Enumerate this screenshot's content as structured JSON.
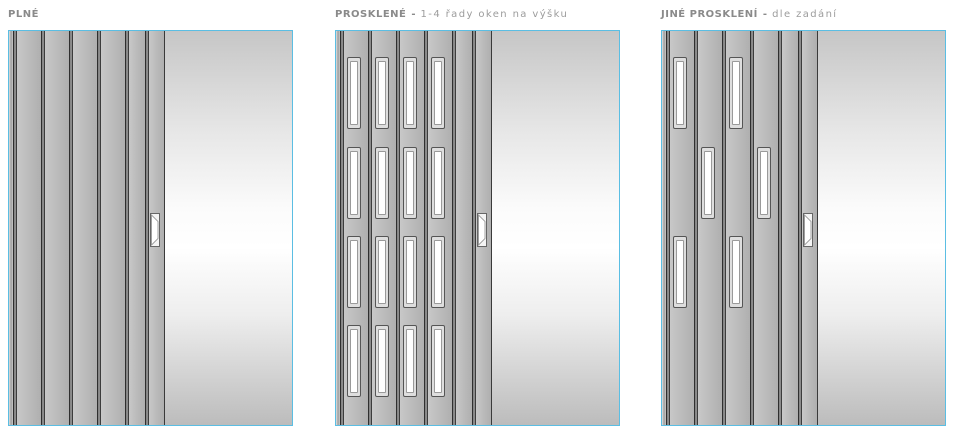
{
  "variants": [
    {
      "title": "PLNÉ"
    },
    {
      "title": "PROSKLENÉ",
      "separator": "-",
      "subtitle": "1-4 řady oken na výšku"
    },
    {
      "title": "JINÉ PROSKLENÍ",
      "separator": "-",
      "subtitle": "dle zadání"
    }
  ],
  "colors": {
    "frame": "#5BBEE3",
    "title": "#8A8A8A",
    "subtitle": "#9C9C9C"
  }
}
